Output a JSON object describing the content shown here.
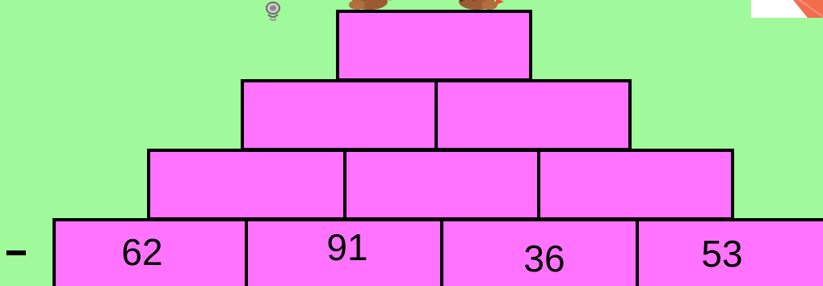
{
  "pyramid": {
    "row1": [
      "",
      ""
    ],
    "row2": [
      "",
      ""
    ],
    "row3": [
      "",
      "",
      ""
    ],
    "row4": [
      "62",
      "91",
      "36",
      "53"
    ]
  },
  "controls": {
    "minus_icon": "minus-icon",
    "speaker_icon": "speaker-icon"
  },
  "colors": {
    "background": "#a0f99a",
    "brick": "#ff73ff",
    "border": "#000000"
  }
}
